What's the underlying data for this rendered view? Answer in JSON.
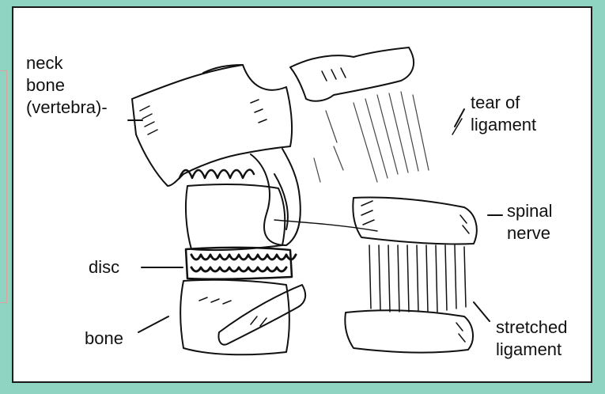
{
  "labels": {
    "neck_bone": "neck\nbone\n(vertebra)-",
    "tear_of_ligament": "tear of\nligament",
    "spinal_nerve": "spinal\nnerve",
    "disc": "disc",
    "bone": "bone",
    "stretched_ligament": "stretched\nligament"
  },
  "colors": {
    "background": "#8fd3c3",
    "frame_border": "#1a1a1a",
    "side_tab_border": "#d9a59a",
    "ink": "#111111"
  }
}
